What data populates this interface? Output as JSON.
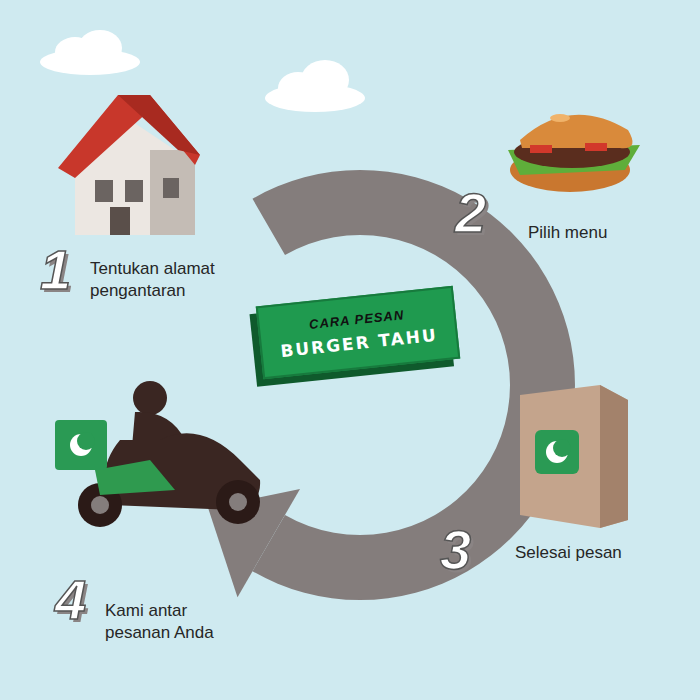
{
  "diagram": {
    "nodes": [
      {
        "text": [
          "CARA PESAN",
          "BURGER TAHU"
        ]
      }
    ],
    "labels": [
      "1",
      "Tentukan alamat pengantaran",
      "2",
      "Pilih menu",
      "3",
      "Selesai pesan",
      "4",
      "Kami antar pesanan Anda"
    ]
  }
}
